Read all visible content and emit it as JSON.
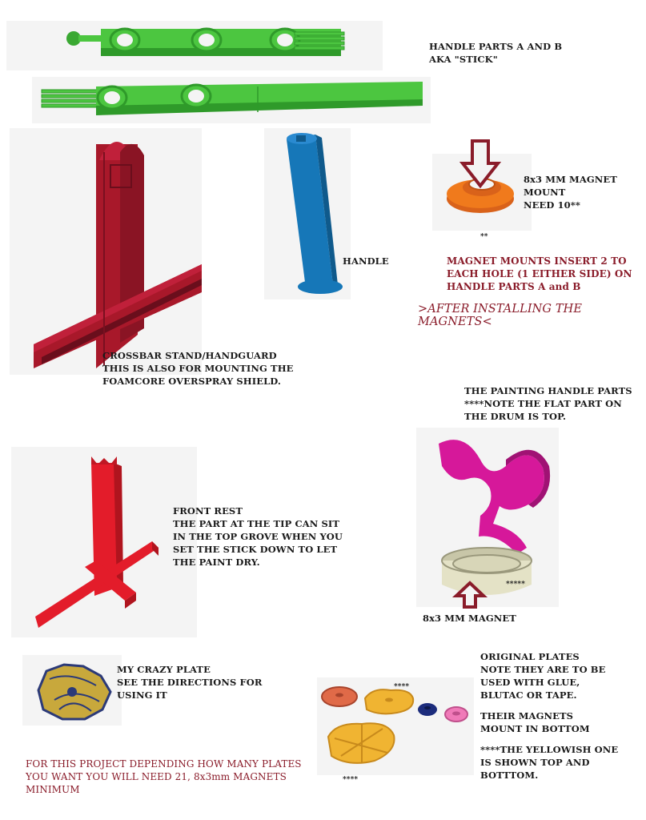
{
  "labels": {
    "handle_parts": "HANDLE PARTS A AND B\nAKA \"STICK\"",
    "magnet_mount": "8x3 MM MAGNET\nMOUNT\nNEED 10**",
    "magnet_mount_marker": "**",
    "handle": "HANDLE",
    "magnet_mounts_insert": "MAGNET MOUNTS INSERT 2 TO\nEACH HOLE (1 EITHER SIDE) ON\nHANDLE PARTS A and B",
    "after_installing": ">AFTER INSTALLING THE MAGNETS<",
    "crossbar": "CROSSBAR STAND/HANDGUARD\nTHIS IS ALSO FOR MOUNTING THE\nFOAMCORE OVERSPRAY SHIELD.",
    "painting_handle_parts": "THE PAINTING HANDLE PARTS\n****NOTE THE FLAT PART ON\nTHE DRUM IS TOP.",
    "drum_marker": "*****",
    "front_rest": "FRONT REST\nTHE PART AT THE TIP CAN SIT\nIN THE TOP GROVE WHEN YOU\nSET THE STICK DOWN TO LET\nTHE PAINT DRY.",
    "drum_magnet": "8x3 MM MAGNET",
    "crazy_plate": "MY CRAZY PLATE\nSEE THE DIRECTIONS FOR\nUSING IT",
    "original_plates": "ORIGINAL PLATES\nNOTE THEY ARE TO BE\nUSED WITH GLUE,\nBLUTAC OR TAPE.",
    "plate_magnets": "THEIR MAGNETS\nMOUNT IN BOTTOM",
    "yellowish": "****THE YELLOWISH ONE\nIS SHOWN TOP AND\nBOTTTOM.",
    "plate_marker_top": "****",
    "plate_marker_bottom": "****",
    "project_note": "FOR THIS PROJECT DEPENDING HOW MANY PLATES\nYOU WANT YOU WILL NEED 21, 8x3mm MAGNETS\nMINIMUM"
  },
  "colors": {
    "stick_green": "#4cc640",
    "stand_red": "#a8182a",
    "handle_blue": "#1677b8",
    "mount_orange": "#f07a1c",
    "arrow_red": "#8a1c2a",
    "pink": "#d6189a",
    "drum_beige": "#e4e2c6",
    "front_rest_red": "#e31c2a",
    "plate_yellow": "#f0b432",
    "plate_salmon": "#e06a48",
    "plate_navy": "#1c2c7c",
    "plate_pink": "#f07ab8",
    "crazy_plate_gold": "#c8a83c"
  }
}
